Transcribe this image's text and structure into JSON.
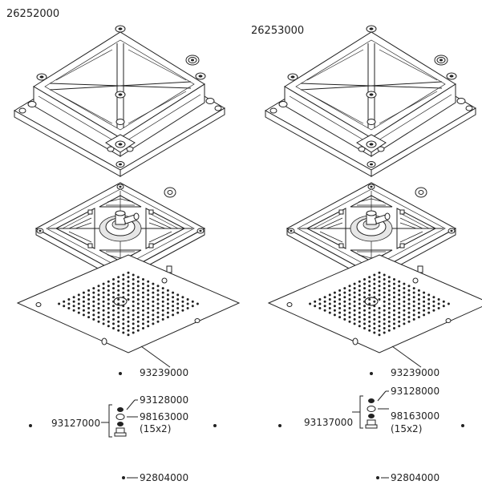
{
  "left": {
    "model": "26252000",
    "nozzle_plate": "93239000",
    "spare_a": "93128000",
    "spare_b": "98163000",
    "qty": "(15x2)",
    "kit": "93127000",
    "screw": "92804000"
  },
  "right": {
    "model": "26253000",
    "nozzle_plate": "93239000",
    "spare_a": "93128000",
    "spare_b": "98163000",
    "qty": "(15x2)",
    "kit": "93137000",
    "screw": "92804000"
  },
  "colors": {
    "line": "#222222",
    "background": "#ffffff"
  },
  "icons": [
    "screw-icon",
    "o-ring-icon",
    "washer-icon",
    "connector-icon"
  ]
}
